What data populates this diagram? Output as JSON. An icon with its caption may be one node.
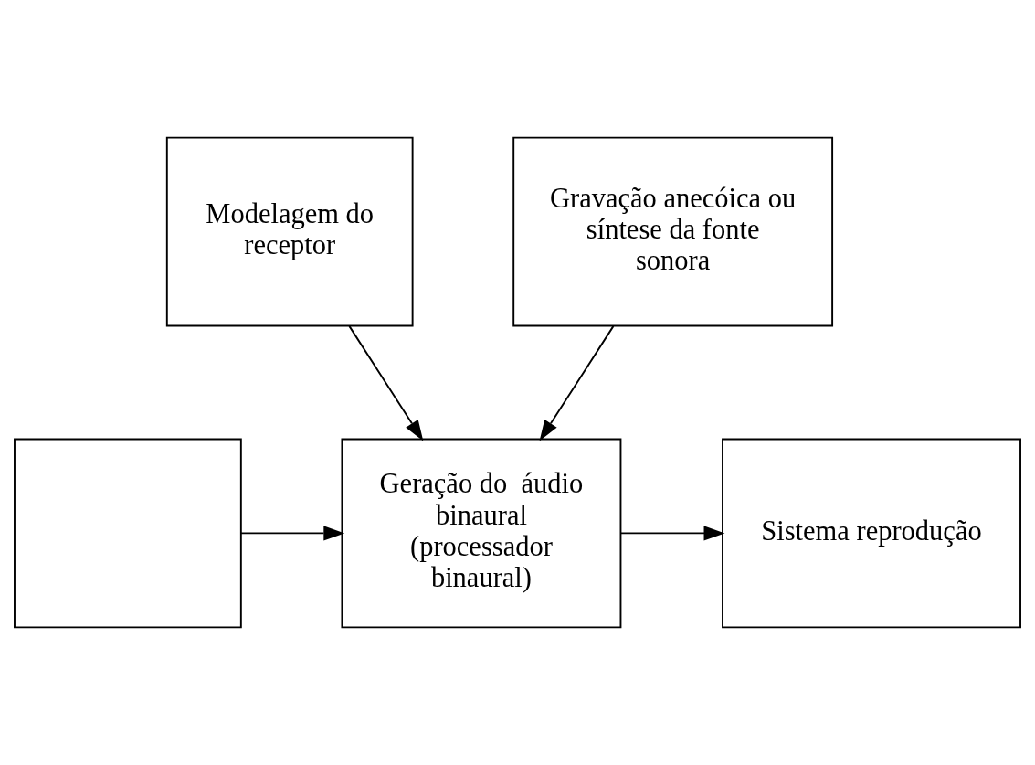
{
  "diagram": {
    "nodes": [
      {
        "text": [
          "Modelagem do receptor"
        ]
      },
      {
        "text": [
          "Gravação anecóica ou síntese da fonte sonora"
        ]
      },
      {
        "text": [],
        "shape": "box"
      },
      {
        "text": [
          "Geração do  áudio binaural (processador binaural)"
        ]
      },
      {
        "text": [
          "Sistema reprodução"
        ]
      }
    ],
    "edges": [
      {
        "from": 0,
        "to": 3,
        "arrow": "to"
      },
      {
        "from": 1,
        "to": 3,
        "arrow": "to"
      },
      {
        "from": 2,
        "to": 3,
        "arrow": "to"
      },
      {
        "from": 3,
        "to": 4,
        "arrow": "to"
      }
    ]
  }
}
